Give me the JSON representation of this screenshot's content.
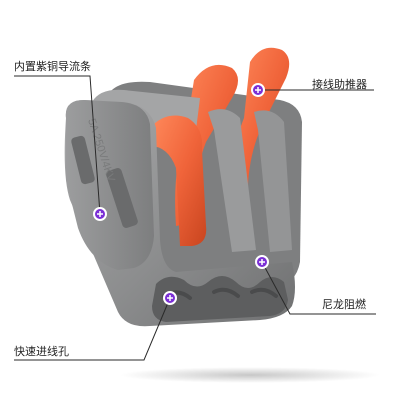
{
  "labels": {
    "conductor": "内置紫铜导流条",
    "pusher": "接线助推器",
    "nylon": "尼龙阻燃",
    "hole": "快速进线孔"
  },
  "housing_text": "5A 250V/4KV",
  "colors": {
    "housing": "#8f9091",
    "lever": "#f0643a",
    "marker": "#7b2fd6",
    "line": "#2a2a2a"
  }
}
